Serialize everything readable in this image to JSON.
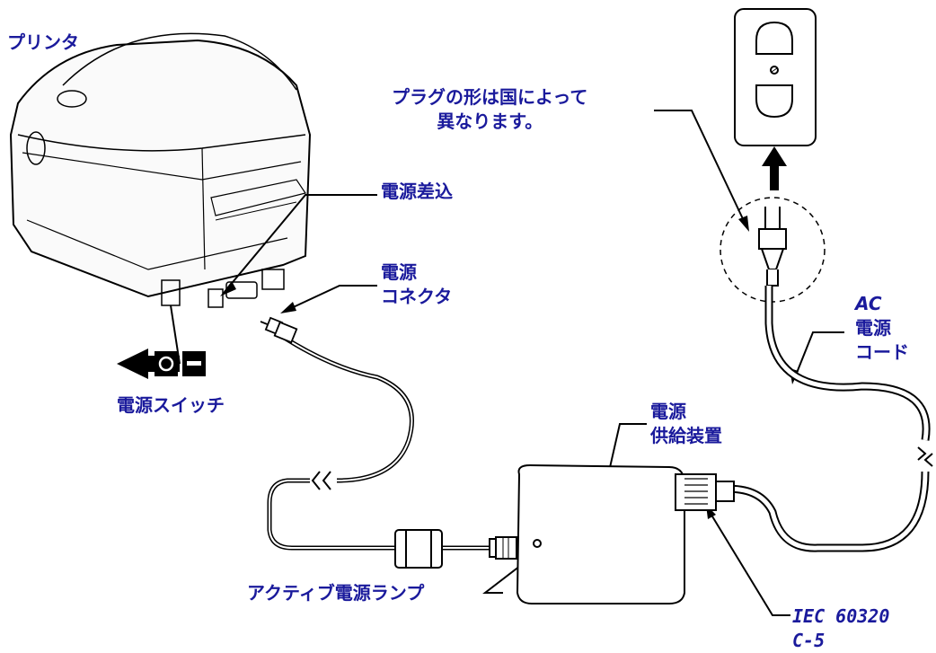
{
  "labels": {
    "printer": "プリンタ",
    "plug_note": [
      "プラグの形は国によって",
      "異なります。"
    ],
    "power_inlet": "電源差込",
    "power_connector": [
      "電源",
      "コネクタ"
    ],
    "ac_power_cord": [
      "AC",
      "電源",
      "コード"
    ],
    "power_switch": "電源スイッチ",
    "power_supply": [
      "電源",
      "供給装置"
    ],
    "active_power_lamp": "アクティブ電源ランプ",
    "iec_connector": [
      "IEC 60320",
      "C-5"
    ]
  },
  "switch_symbols": {
    "off": "O",
    "on": "I"
  },
  "colors": {
    "label": "#1a1a9c",
    "line": "#000000"
  }
}
